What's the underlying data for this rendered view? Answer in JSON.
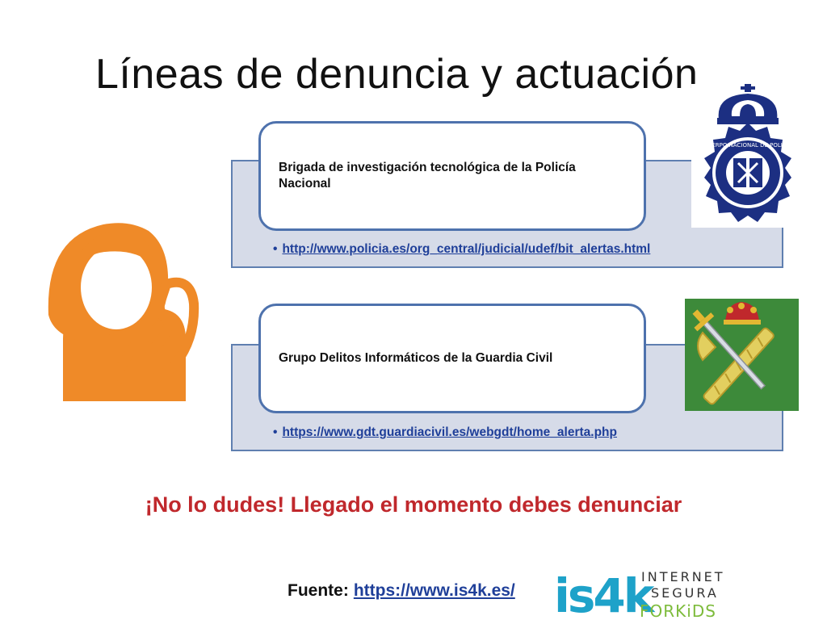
{
  "slide": {
    "title": "Líneas de denuncia y actuación",
    "lines": [
      {
        "name": "Brigada de investigación tecnológica de la Policía Nacional",
        "url": "http://www.policia.es/org_central/judicial/udef/bit_alertas.html",
        "badge": "policia-nacional-emblem",
        "badge_text": "CUERPO NACIONAL DE POLICIA"
      },
      {
        "name": "Grupo Delitos Informáticos de la Guardia Civil",
        "url": "https://www.gdt.guardiacivil.es/webgdt/home_alerta.php",
        "badge": "guardia-civil-emblem"
      }
    ],
    "call_to_action": "¡No lo dudes! Llegado el momento debes denunciar",
    "source_label": "Fuente:",
    "source_url": "https://www.is4k.es/",
    "logo": {
      "main": "is4k",
      "line1": "INTERNET",
      "line2": "SEGURA",
      "line3": "FORKiDS"
    }
  },
  "colors": {
    "accent_blue": "#4e72ad",
    "panel_fill": "#d6dbe8",
    "link_blue": "#1f3f99",
    "cta_red": "#c0282c",
    "caller_orange": "#ef8a28",
    "guardia_green": "#3d8a3a",
    "policia_navy": "#1c2f82"
  },
  "icons": {
    "caller": "person-on-phone-icon"
  }
}
